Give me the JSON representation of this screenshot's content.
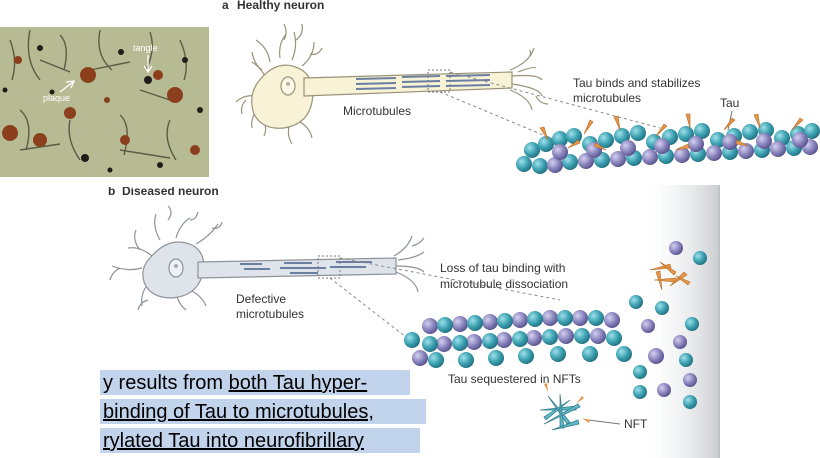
{
  "micrograph": {
    "labels": {
      "tangle": "tangle",
      "plaque": "plaque"
    }
  },
  "panel_a": {
    "letter": "a",
    "title": "Healthy neuron",
    "microtubules_label": "Microtubules",
    "callout_line1": "Tau binds and stabilizes",
    "callout_line2": "microtubules",
    "tau_label": "Tau"
  },
  "panel_b": {
    "letter": "b",
    "title": "Diseased neuron",
    "defective_line1": "Defective",
    "defective_line2": "microtubules",
    "loss_line1": "Loss of tau binding with",
    "loss_line2": "microtubule dissociation",
    "sequestered": "Tau sequestered in NFTs",
    "nft_label": "NFT"
  },
  "caption": {
    "line1_prefix": "y results from ",
    "line1_link": "both Tau hyper-",
    "line2_link": "binding of Tau to microtubules,",
    "line3_link": "rylated Tau into neurofibrillary"
  },
  "colors": {
    "neuron_healthy": "#f8f2d6",
    "neuron_diseased": "#dfe3ea",
    "bead_teal": "#3fa3b3",
    "bead_violet": "#8b86be",
    "tau_orange": "#e8964a",
    "caption_highlight": "#c2d3ec"
  }
}
